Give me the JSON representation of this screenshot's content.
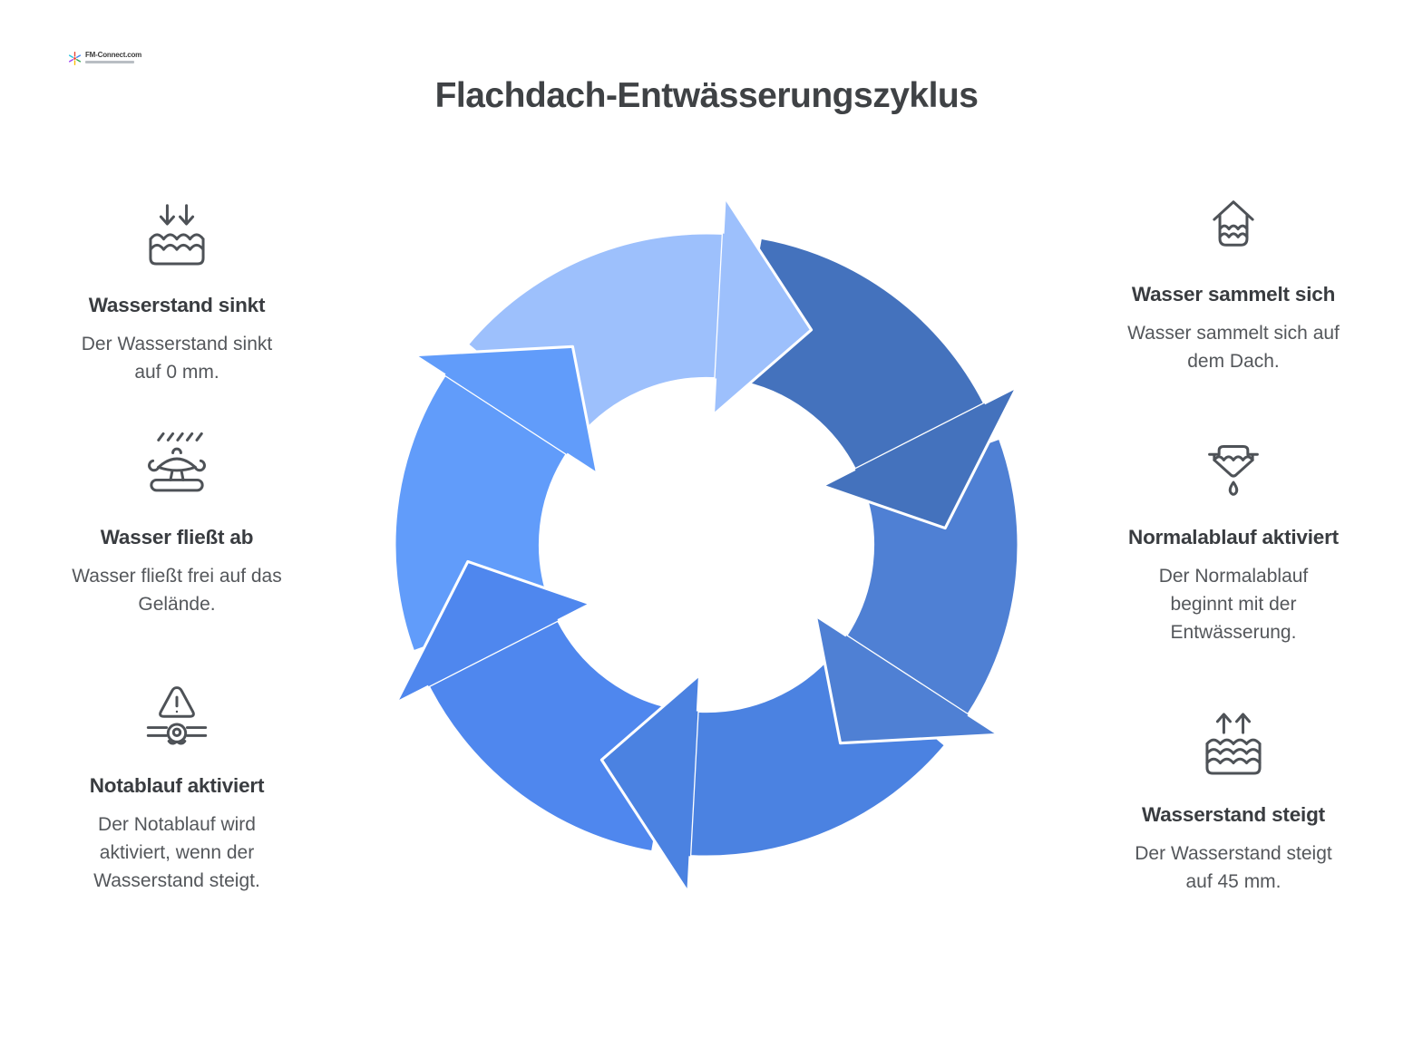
{
  "title": "Flachdach-Entwässerungszyklus",
  "logo": {
    "name": "FM-Connect.com"
  },
  "cycle": {
    "direction": "clockwise",
    "colors": [
      "#9dc0fc",
      "#4472bd",
      "#4f80d4",
      "#4b82e1",
      "#4f87ee",
      "#619cfa"
    ],
    "seam_color": "#ffffff"
  },
  "left_items": [
    {
      "icon": "water-level-sink-icon",
      "title": "Wasserstand sinkt",
      "description_lines": [
        "Der Wasserstand sinkt",
        "auf 0 mm."
      ]
    },
    {
      "icon": "water-drain-off-icon",
      "title": "Wasser fließt ab",
      "description_lines": [
        "Wasser fließt frei auf das",
        "Gelände."
      ]
    },
    {
      "icon": "emergency-drain-warning-icon",
      "title": "Notablauf aktiviert",
      "description_lines": [
        "Der Notablauf wird",
        "aktiviert, wenn der",
        "Wasserstand steigt."
      ]
    }
  ],
  "right_items": [
    {
      "icon": "house-water-icon",
      "title": "Wasser sammelt sich",
      "description_lines": [
        "Wasser sammelt sich auf",
        "dem Dach."
      ]
    },
    {
      "icon": "funnel-drip-icon",
      "title": "Normalablauf aktiviert",
      "description_lines": [
        "Der Normalablauf",
        "beginnt mit der",
        "Entwässerung."
      ]
    },
    {
      "icon": "water-level-rise-icon",
      "title": "Wasserstand steigt",
      "description_lines": [
        "Der Wasserstand steigt",
        "auf 45 mm."
      ]
    }
  ]
}
